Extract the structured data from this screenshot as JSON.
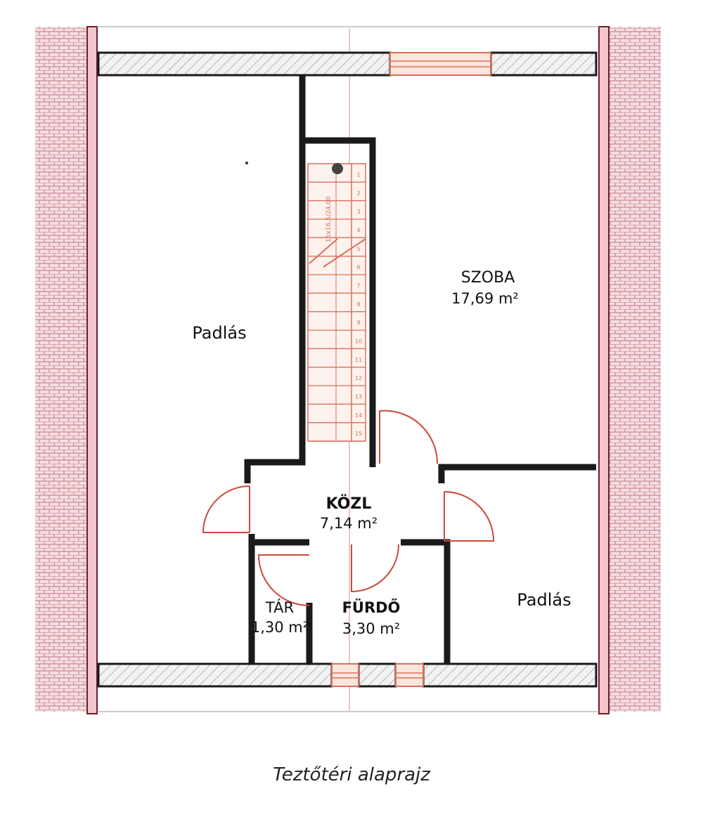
{
  "rooms": {
    "padlas_left": {
      "name": "Padlás"
    },
    "szoba": {
      "name": "SZOBA",
      "area": "17,69 m²"
    },
    "kozl": {
      "name": "KÖZL",
      "area": "7,14 m²"
    },
    "tar": {
      "name": "TÁR",
      "area": "1,30 m²"
    },
    "furdo": {
      "name": "FÜRDŐ",
      "area": "3,30 m²"
    },
    "padlas_right": {
      "name": "Padlás"
    }
  },
  "stair": {
    "steps": [
      "1",
      "2",
      "3",
      "4",
      "5",
      "6",
      "7",
      "8",
      "9",
      "10",
      "11",
      "12",
      "13",
      "14",
      "15"
    ],
    "dimension": "15x16,5/24,00"
  },
  "caption": "Teztőtéri alaprajz",
  "colors": {
    "wall": "#1a1a1a",
    "roof_hatch": "#c98a92",
    "roof_bg": "#f6dde1",
    "stair": "#d9705a",
    "door_arc": "#cc4a3a",
    "wall_hatch": "#d4d4d4"
  }
}
